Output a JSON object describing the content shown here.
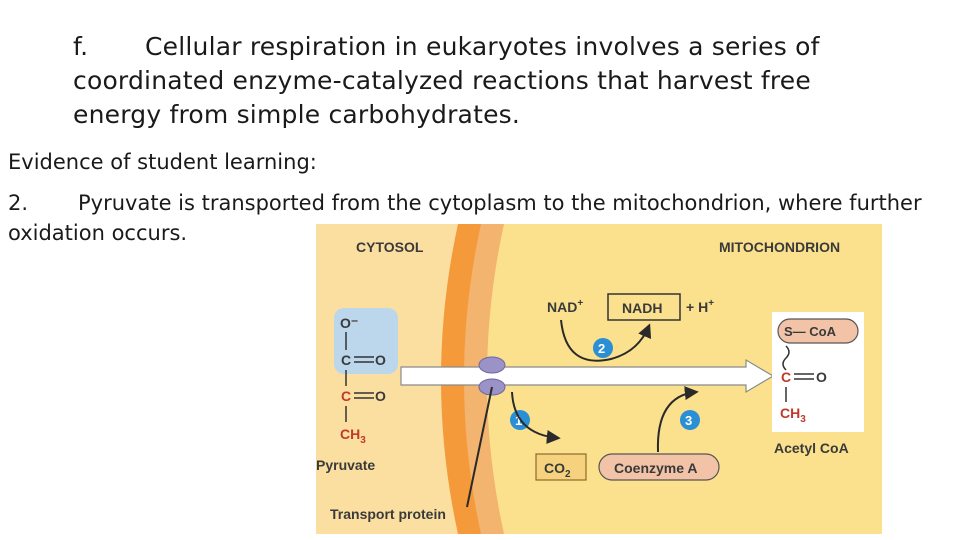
{
  "heading": {
    "marker": "f.",
    "text": "Cellular respiration in eukaryotes involves a series of coordinated enzyme-catalyzed reactions that harvest free energy from simple carbohydrates."
  },
  "evidence_label": "Evidence of student learning:",
  "point": {
    "number": "2.",
    "text": "Pyruvate is transported from the cytoplasm to the mitochondrion, where further oxidation occurs."
  },
  "diagram": {
    "region_left": "CYTOSOL",
    "region_right": "MITOCHONDRION",
    "nad": "NAD",
    "nad_sup": "+",
    "nadh": "NADH",
    "h_plus": "+ H",
    "h_sup": "+",
    "co2": "CO",
    "co2_sub": "2",
    "coenzyme_a": "Coenzyme A",
    "step1": "1",
    "step2": "2",
    "step3": "3",
    "pyruvate_label": "Pyruvate",
    "transport_label": "Transport protein",
    "acetyl_label": "Acetyl CoA",
    "pyr_o_minus": "O⁻",
    "atom_c": "C",
    "atom_o": "O",
    "ch3": "CH",
    "ch3_sub": "3",
    "scoa": "S— CoA",
    "colors": {
      "cytosol": "#fbdfa0",
      "membrane_outer": "#f59a3a",
      "membrane_inner": "#f2b46e",
      "matrix": "#fbe18e",
      "pyruvate_box": "#bcd6ec",
      "step_circle": "#2a8fd4",
      "coenzyme_box": "#f2c3a6",
      "arrow_fill": "#ffffff",
      "transporter": "#9b92c8"
    }
  }
}
